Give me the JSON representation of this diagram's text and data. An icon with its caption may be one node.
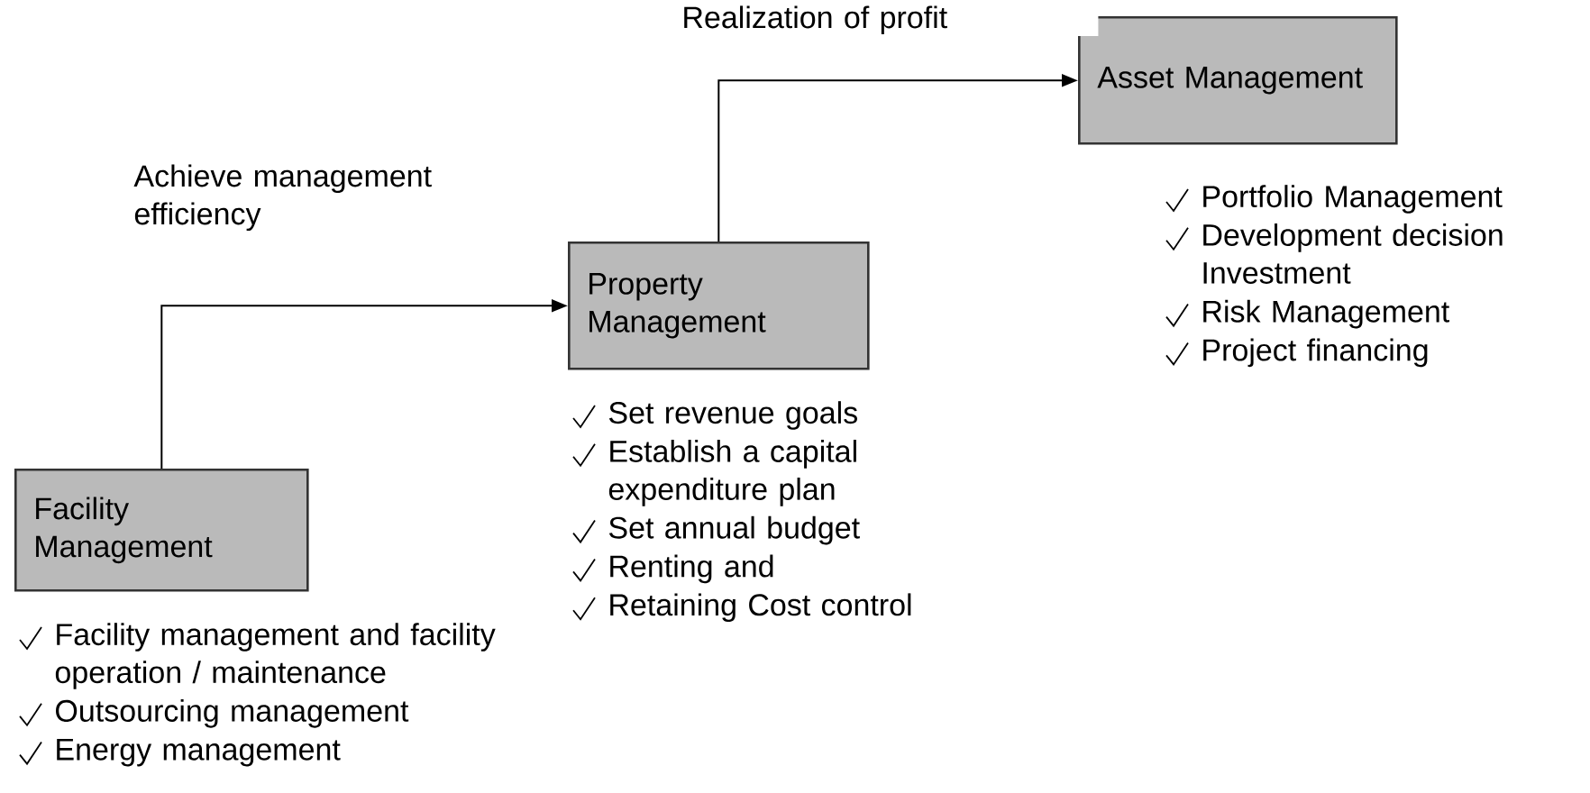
{
  "diagram": {
    "nodes": [
      {
        "text": [
          "Facility Management"
        ],
        "beside": [
          "Facility management and facility operation / maintenance",
          "Outsourcing management",
          "Energy management"
        ]
      },
      {
        "text": [
          "Property Management"
        ],
        "beside": [
          "Set revenue goals",
          "Establish a capital expenditure plan",
          "Set annual budget",
          "Renting and",
          "Retaining Cost control"
        ]
      },
      {
        "text": [
          "Asset Management"
        ],
        "beside": [
          "Portfolio Management",
          "Development decision Investment",
          "Risk Management",
          "Project financing"
        ]
      }
    ],
    "edges": [
      {
        "from": 0,
        "to": 1,
        "arrow": "to",
        "label": "Achieve management efficiency"
      },
      {
        "from": 1,
        "to": 2,
        "arrow": "to",
        "label": "Realization of profit"
      }
    ]
  }
}
